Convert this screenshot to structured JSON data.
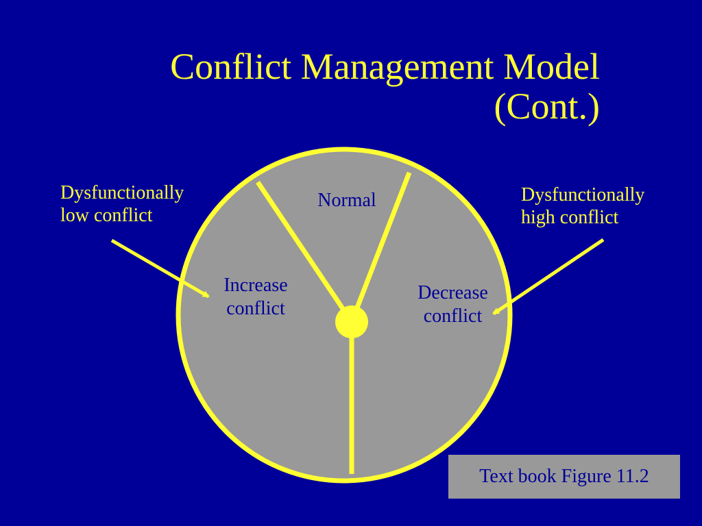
{
  "slide": {
    "title_line1": "Conflict Management Model",
    "title_line2": "(Cont.)"
  },
  "labels": {
    "low_line1": "Dysfunctionally",
    "low_line2": "low conflict",
    "high_line1": "Dysfunctionally",
    "high_line2": "high conflict"
  },
  "zones": {
    "normal": "Normal",
    "increase_line1": "Increase",
    "increase_line2": "conflict",
    "decrease_line1": "Decrease",
    "decrease_line2": "conflict"
  },
  "caption": "Text book Figure 11.2",
  "colors": {
    "background": "#000099",
    "accent": "#ffff33",
    "disc_fill": "#999999",
    "zone_text": "#000099"
  }
}
